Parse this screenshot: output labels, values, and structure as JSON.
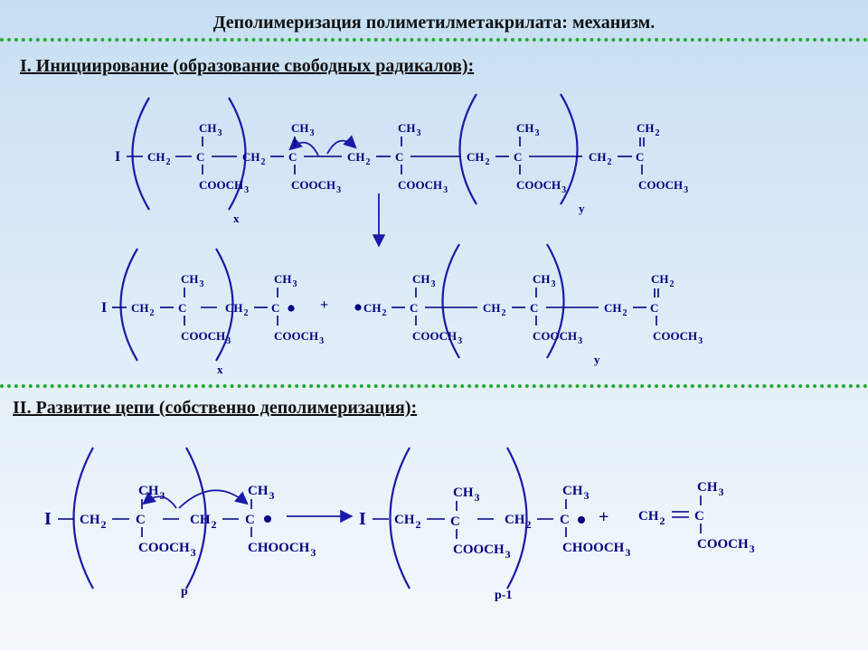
{
  "title": "Деполимеризация полиметилметакрилата: механизм.",
  "section1": "I. Инициирование (образование свободных радикалов):",
  "section2": "II. Развитие цепи (собственно деполимеризация):",
  "labels": {
    "I": "I",
    "C": "C",
    "CH2": "CH",
    "sub2": "2",
    "CH3": "CH",
    "sub3": "3",
    "COOCH": "COOCH",
    "CHOOCH": "CHOOCH",
    "plus": "+",
    "x": "x",
    "y": "y",
    "p": "p",
    "p1": "p-1"
  },
  "colors": {
    "ink": "#000080",
    "bracket": "#1a1aa8",
    "divider": "#22aa33"
  }
}
